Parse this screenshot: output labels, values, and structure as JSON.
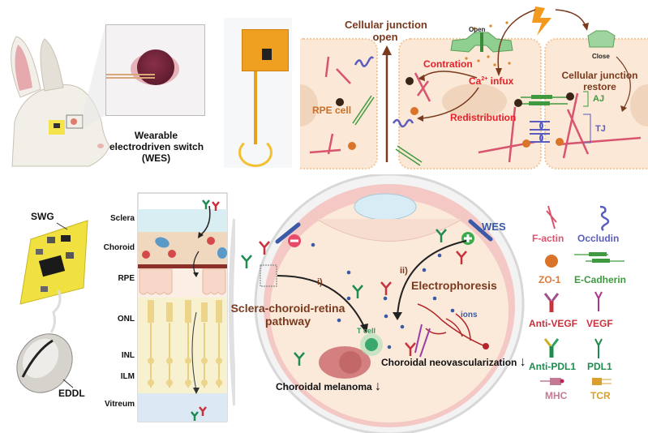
{
  "panel_a": {
    "device_label_line1": "Wearable",
    "device_label_line2": "electrodriven switch",
    "device_label_line3": "(WES)"
  },
  "panel_b": {
    "junction_open_line1": "Cellular junction",
    "junction_open_line2": "open",
    "rpe_cell": "RPE cell",
    "channel_open": "Open",
    "channel_close": "Close",
    "contraction": "Contration",
    "ca_influx_prefix": "Ca",
    "ca_influx_sup": "2+",
    "ca_influx_suffix": " infux",
    "redistribution": "Redistribution",
    "junction_restore_line1": "Cellular junction",
    "junction_restore_line2": "restore",
    "aj": "AJ",
    "tj": "TJ"
  },
  "panel_c": {
    "swg": "SWG",
    "eddl": "EDDL",
    "layers": [
      "Sclera",
      "Choroid",
      "RPE",
      "ONL",
      "INL",
      "ILM",
      "Vitreum"
    ]
  },
  "panel_d": {
    "wes": "WES",
    "path_i": "i)",
    "path_ii": "ii)",
    "electrophoresis": "Electrophoresis",
    "scr_line1": "Sclera-choroid-retina",
    "scr_line2": "pathway",
    "ions": "ions",
    "t_cell": "T cell",
    "cnv": "Choroidal neovascularization",
    "melanoma": "Choroidal melanoma",
    "down_arrow": "↓",
    "minus": "−",
    "plus": "+"
  },
  "legend": {
    "items": [
      {
        "label": "F-actin",
        "color": "#d9546e"
      },
      {
        "label": "Occludin",
        "color": "#5a5cc0"
      },
      {
        "label": "ZO-1",
        "color": "#e07a3a"
      },
      {
        "label": "E-Cadherin",
        "color": "#3f9a3f"
      },
      {
        "label": "Anti-VEGF",
        "color": "#c8323c"
      },
      {
        "label": "VEGF",
        "color": "#c8323c"
      },
      {
        "label": "Anti-PDL1",
        "color": "#1e8c4e"
      },
      {
        "label": "PDL1",
        "color": "#1e8c4e"
      },
      {
        "label": "MHC",
        "color": "#c47a94"
      },
      {
        "label": "TCR",
        "color": "#d9a030"
      }
    ]
  },
  "colors": {
    "brown_text": "#7a3a1e",
    "red_text": "#e8202a",
    "cell_fill": "#fbe8d6",
    "cell_border": "#f3c79a",
    "wes_blue": "#3a5aa8"
  }
}
